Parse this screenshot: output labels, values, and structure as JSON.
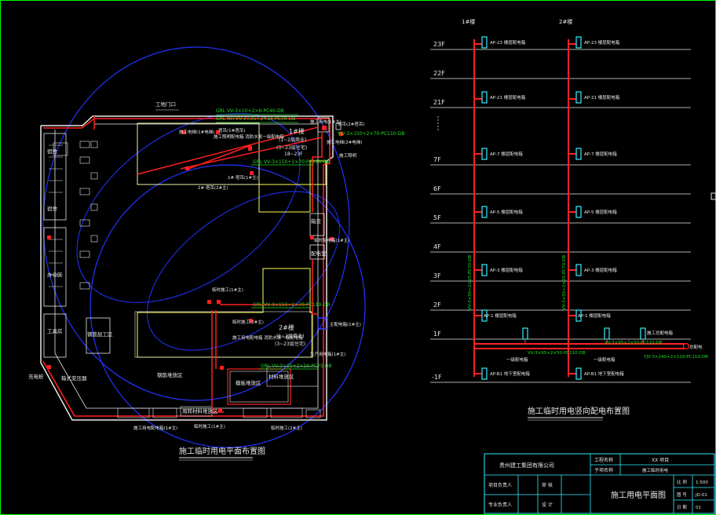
{
  "site_plan": {
    "title": "施工临时用电平面布置图",
    "zones": {
      "left_a": "宿舍",
      "left_b": "办公区",
      "left_c": "工具房",
      "left_bottom": "充电桩",
      "processing": "钢筋加工区",
      "material_a": "钢筋堆放区",
      "material_b": "模板堆放区",
      "material_c": "材料堆放区",
      "material_d": "周转材料堆放区",
      "gate_top": "工地门口",
      "trans": "箱式变压器",
      "trans_label": "箱变",
      "dist_office": "配电室"
    },
    "buildings": [
      {
        "name": "1#楼",
        "sub1": "(1~2层商业)",
        "sub2": "(3~23层住宅)",
        "sub3": "18~23F"
      },
      {
        "name": "2#楼",
        "sub1": "(1~2层商业)",
        "sub2": "(3~23层住宅)"
      }
    ],
    "cables": [
      "GRL VV-3×10+2×6-PC40-DB",
      "GRL NH-VV-3×25+2×16-PC70-DB",
      "YJV-3×150+2×70-PC110-DB",
      "GRL VV-3×150+1×70-PC110-DB",
      "GRL VV-3×150+2×70-PC110-DB",
      "GRL VV-3×25+2×16-PC75-DB"
    ],
    "boxes": {
      "b1": "施工电梯(1#电梯)",
      "b2": "塔吊(1#塔吊)",
      "b3": "施工用电(1#主)",
      "b4": "塔吊(2#塔吊)",
      "b5": "施工电梯(2#电梯)",
      "b6": "1# 塔吊(1#主)",
      "b7": "2# 塔吊(2#主)",
      "b8": "临时配电箱(1#主)",
      "b9": "生产用电箱(1#主)",
      "b10": "临时施工(1#主)",
      "b11": "临时施工(2#主)",
      "b12": "主配电箱(1#主)",
      "b13": "施工照明",
      "b14": "施工用电配电箱(1#主)"
    },
    "notes": {
      "n1": "施工照明配电箱 消防水泵一级配电箱",
      "n2": "施工用电配电箱 消防水泵一级配电箱"
    }
  },
  "riser": {
    "title": "施工临时用电竖向配电布置图",
    "col1": "1#楼",
    "col2": "2#楼",
    "floors": [
      "23F",
      "22F",
      "21F",
      "7F",
      "6F",
      "5F",
      "4F",
      "3F",
      "2F",
      "1F",
      "-1F"
    ],
    "boxes": {
      "top": "AP-23 楼层配电箱",
      "f21": "AP-21 楼层配电箱",
      "f7": "AP-7 楼层配电箱",
      "f5": "AP-5 楼层配电箱",
      "f3": "AP-3 楼层配电箱",
      "f1": "AP-1 楼层配电箱",
      "b1": "AP-B1 地下室配电箱",
      "end": "施工总配电箱"
    },
    "vert_cable": "VV-3×50+2×25-PC70-DB",
    "main_cable1": "VV-3×95+2×50-PC110-DB",
    "main_cable2": "YJV-3×240+2×120-PC110-DB",
    "junction_l": "一级配电箱",
    "junction_r": "一级配电箱",
    "end_label": "总配电"
  },
  "title_block": {
    "company": "贵州建工集团有限公司",
    "project_label": "工程名称",
    "project_value": "XX 项目",
    "sub_label": "子项名称",
    "sub_value": "施工临时用电",
    "drawing_title": "施工用电平面图",
    "row1_l": "项目负责人",
    "row1_r": "审 核",
    "row2_l": "专业负责人",
    "row2_r": "设 计",
    "cell_a": "比 例",
    "cell_b": "图 号",
    "cell_c": "日 期",
    "val_a": "1:500",
    "val_b": "JD-01",
    "val_c": "01"
  },
  "colors": {
    "bg": "#000000",
    "red": "#ff2020",
    "blue": "#2233ff",
    "yellow": "#ffff55",
    "white": "#e8e8e8",
    "green": "#22dd22",
    "cyan": "#33eeff",
    "frame": "#00ff00"
  }
}
